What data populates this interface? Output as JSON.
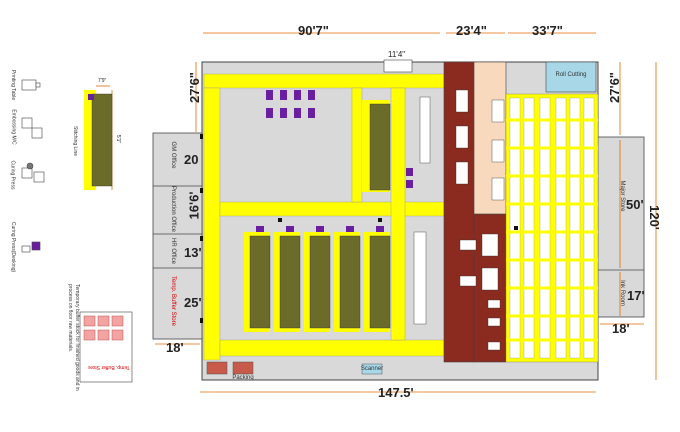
{
  "dimensions": {
    "top_left": "90'7\"",
    "top_mid": "23'4\"",
    "top_right": "33'7\"",
    "gate": "11'4\"",
    "left_top": "27'6\"",
    "office1": "20",
    "office2": "16'6'",
    "office3": "13'",
    "office4": "25'",
    "left_bottom": "18'",
    "right_top": "27'6\"",
    "right_mid": "50'",
    "right_bottom": "17'",
    "right_total": "120'",
    "bottom_right": "18'",
    "bottom_total": "147.5'",
    "legend_width": "7'9\"",
    "legend_length": "5'1\""
  },
  "rooms": {
    "gm_office": "GM Office",
    "production_office": "Production Office",
    "hr_office": "HR Office",
    "temp_buffer": "Temp. Buffer Store",
    "roll_cutting": "Roll Cutting",
    "major_store": "Major Store",
    "ink_room": "Ink Room",
    "packing": "Packing",
    "scanner": "Scanner"
  },
  "legend": {
    "printing_table": "Printing Table",
    "embossing": "Embossing M/C",
    "curing_press": "Curing Press",
    "curing_press_desk": "Curing Press(Desking)",
    "stitching_line": "Stitching Line",
    "buffer_title": "Temp. Buffer Store",
    "buffer_note": "Temporary buffer stock for finished goods and in process on floor raw materials."
  },
  "colors": {
    "floor": "#d9d9d9",
    "aisle": "#ffff00",
    "table": "#6b6b2a",
    "corridor": "#8b2a1e",
    "cutting": "#f9d9bd",
    "roll": "#a8d8e8",
    "machine": "#6a1fa0",
    "dim": "#e06a00"
  }
}
